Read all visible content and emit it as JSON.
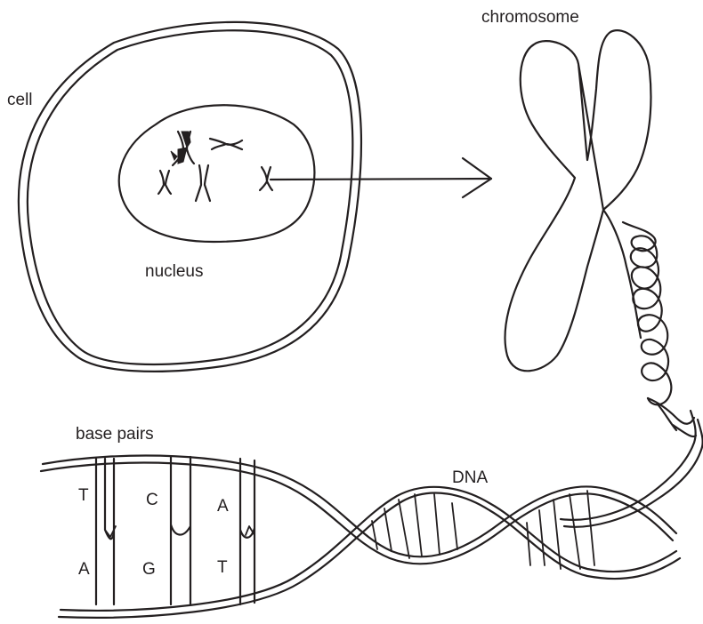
{
  "labels": {
    "cell": "cell",
    "nucleus": "nucleus",
    "chromosome": "chromosome",
    "base_pairs": "base pairs",
    "dna": "DNA"
  },
  "base_pairs": [
    {
      "top": "T",
      "bottom": "A"
    },
    {
      "top": "C",
      "bottom": "G"
    },
    {
      "top": "A",
      "bottom": "T"
    }
  ],
  "colors": {
    "ink": "#231f20",
    "background": "#ffffff"
  }
}
